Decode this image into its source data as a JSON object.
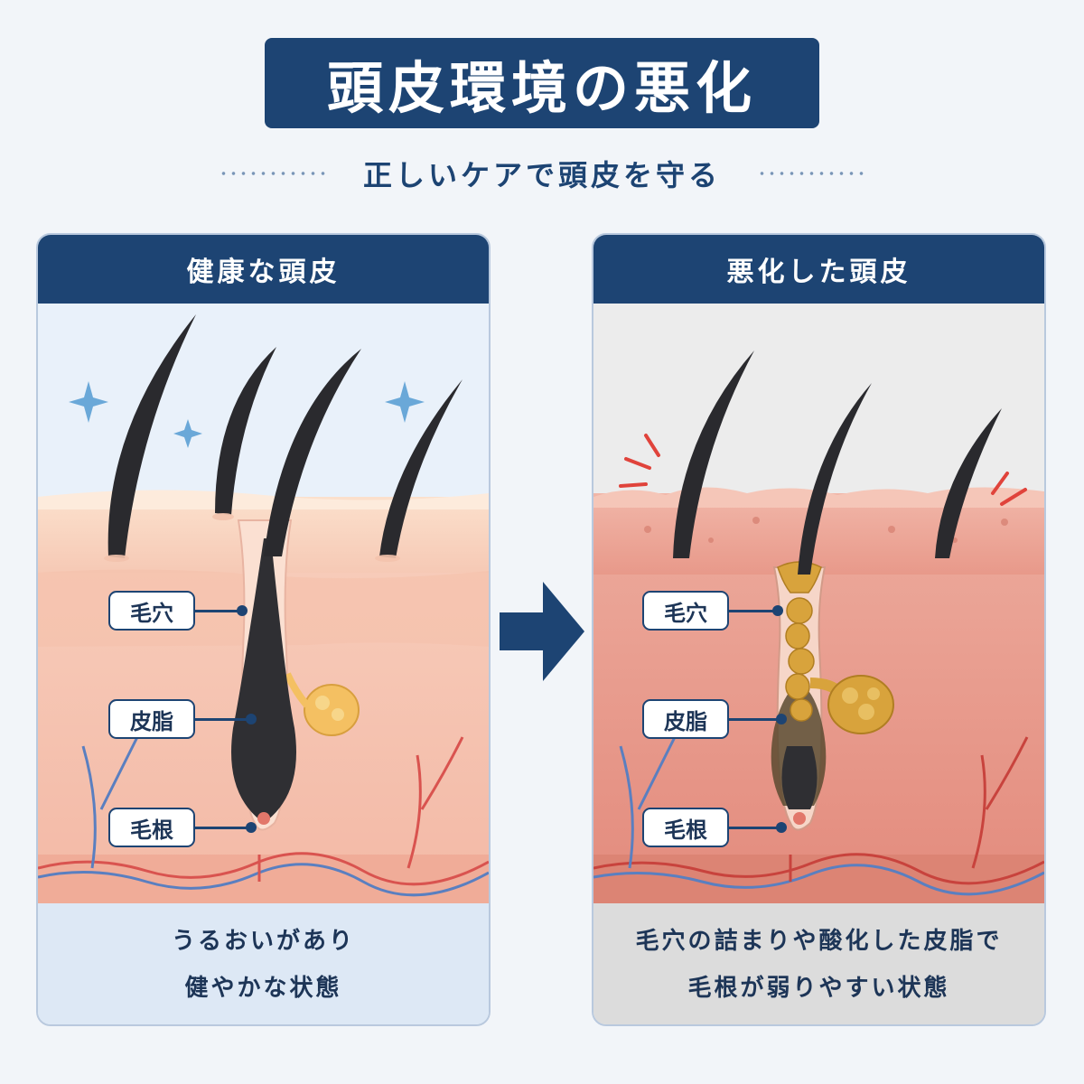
{
  "title": "頭皮環境の悪化",
  "subtitle": "正しいケアで頭皮を守る",
  "arrow_icon": "right-arrow-icon",
  "panels": {
    "healthy": {
      "header": "健康な頭皮",
      "labels": {
        "pore": "毛穴",
        "sebum": "皮脂",
        "root": "毛根"
      },
      "caption_line1": "うるおいがあり",
      "caption_line2": "健やかな状態",
      "accent": "#6aa8d8"
    },
    "damaged": {
      "header": "悪化した頭皮",
      "labels": {
        "pore": "毛穴",
        "sebum": "皮脂",
        "root": "毛根"
      },
      "caption_line1": "毛穴の詰まりや酸化した皮脂で",
      "caption_line2": "毛根が弱りやすい状態",
      "accent": "#e0433b"
    }
  },
  "colors": {
    "navy": "#1d4473",
    "hair": "#2a2a2e",
    "sebum": "#e3b14a"
  }
}
